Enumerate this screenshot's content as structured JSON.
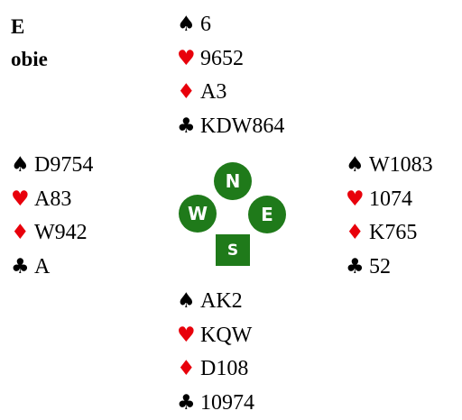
{
  "corner": {
    "dealer": "E",
    "vulnerability": "obie"
  },
  "colors": {
    "red_suit": "#e8000b",
    "black_suit": "#000000",
    "compass_green": "#1f7a1a"
  },
  "compass": {
    "n": "N",
    "w": "W",
    "e": "E",
    "s": "S"
  },
  "suit_icons": {
    "spades": "spade-icon",
    "hearts": "heart-icon",
    "diamonds": "diamond-icon",
    "clubs": "club-icon"
  },
  "hands": {
    "north": {
      "spades": "6",
      "hearts": "9652",
      "diamonds": "A3",
      "clubs": "KDW864"
    },
    "west": {
      "spades": "D9754",
      "hearts": "A83",
      "diamonds": "W942",
      "clubs": "A"
    },
    "east": {
      "spades": "W1083",
      "hearts": "1074",
      "diamonds": "K765",
      "clubs": "52"
    },
    "south": {
      "spades": "AK2",
      "hearts": "KQW",
      "diamonds": "D108",
      "clubs": "10974"
    }
  }
}
